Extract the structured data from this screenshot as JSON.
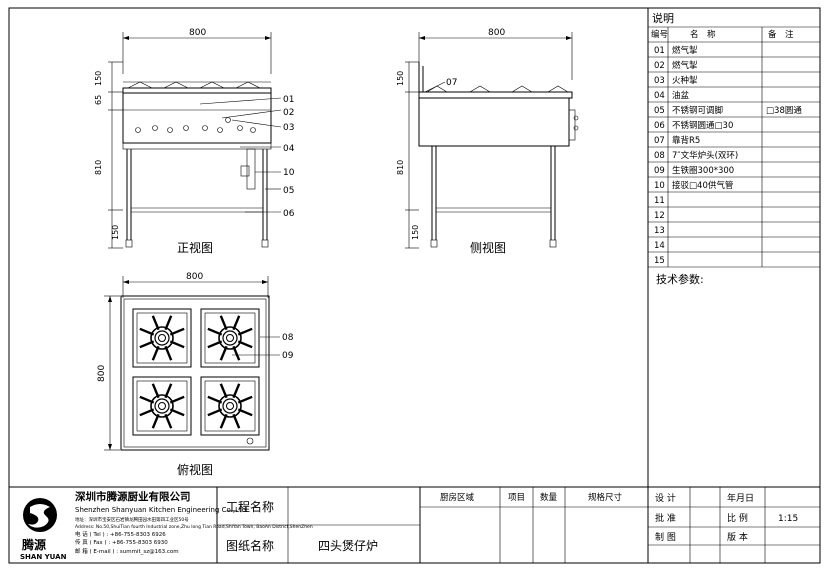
{
  "legend": {
    "title": "说明",
    "header": [
      "编号",
      "名　称",
      "备　注"
    ],
    "rows": [
      {
        "no": "01",
        "name": "燃气掣",
        "note": ""
      },
      {
        "no": "02",
        "name": "燃气掣",
        "note": ""
      },
      {
        "no": "03",
        "name": "火种掣",
        "note": ""
      },
      {
        "no": "04",
        "name": "油盆",
        "note": ""
      },
      {
        "no": "05",
        "name": "不锈钢可调脚",
        "note": "□38圆通"
      },
      {
        "no": "06",
        "name": "不锈钢圆通□30",
        "note": ""
      },
      {
        "no": "07",
        "name": "靠背R5",
        "note": ""
      },
      {
        "no": "08",
        "name": "7″文华炉头(双环)",
        "note": ""
      },
      {
        "no": "09",
        "name": "生铁圈300*300",
        "note": ""
      },
      {
        "no": "10",
        "name": "接驳□40供气管",
        "note": ""
      },
      {
        "no": "11",
        "name": "",
        "note": ""
      },
      {
        "no": "12",
        "name": "",
        "note": ""
      },
      {
        "no": "13",
        "name": "",
        "note": ""
      },
      {
        "no": "14",
        "name": "",
        "note": ""
      },
      {
        "no": "15",
        "name": "",
        "note": ""
      }
    ],
    "tech_label": "技术参数:"
  },
  "views": {
    "front_title": "正视图",
    "side_title": "侧视图",
    "top_title": "俯视图",
    "front_dims": {
      "width": "800",
      "h_top": "150",
      "h_panel": "65",
      "h_body": "810",
      "h_bottom": "150"
    },
    "side_dims": {
      "width": "800",
      "h_top": "150",
      "h_body": "810",
      "h_bottom": "150"
    },
    "top_dims": {
      "width": "800",
      "depth": "800"
    },
    "front_callouts": [
      "01",
      "02",
      "03",
      "04",
      "10",
      "05",
      "06"
    ],
    "side_callouts": [
      "07"
    ],
    "top_callouts": [
      "08",
      "09"
    ]
  },
  "company": {
    "name_cn": "深圳市腾源厨业有限公司",
    "name_en": "Shenzhen Shanyuan Kitchen Engineering Co.,Ltd.",
    "address_cn": "地址：深圳市宝安区石岩镇龙腾田园水田第四工业区50号",
    "address_en": "Address: No.50,ShuiTian fourth Industrial zone,Zhu long Tian Road,ShiYan Town, BaoAn District,ShenZhen",
    "tel": "电 话 ( Tel ) : +86-755-8303 6926",
    "fax": "传 真 ( Fax ) : +86-755-8303 6930",
    "email": "邮 箱 ( E-mail ) : summit_sz@163.com",
    "logo_cn": "腾源",
    "logo_en": "SHAN YUAN"
  },
  "titleblock": {
    "project_label": "工程名称",
    "drawing_label": "图纸名称",
    "drawing_name": "四头煲仔炉",
    "col_area": "厨房区域",
    "col_item": "项目",
    "col_qty": "数量",
    "col_spec": "规格尺寸",
    "design": "设 计",
    "approve": "批 准",
    "draw": "制 图",
    "date": "年月日",
    "scale_label": "比 例",
    "scale_value": "1:15",
    "version": "版 本"
  }
}
